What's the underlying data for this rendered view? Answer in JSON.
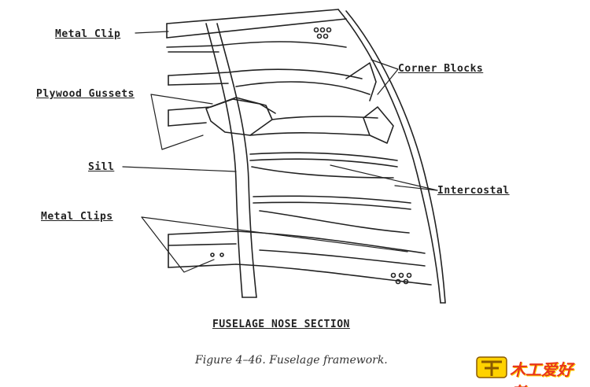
{
  "labels": {
    "metal_clip": "Metal Clip",
    "corner_blocks": "Corner Blocks",
    "plywood_gussets": "Plywood Gussets",
    "sill": "Sill",
    "intercostal": "Intercostal",
    "metal_clips": "Metal  Clips"
  },
  "section_title": "FUSELAGE NOSE SECTION",
  "caption": "Figure 4–46. Fuselage framework.",
  "watermark": {
    "text": "木工爱好者"
  },
  "colors": {
    "ink": "#222222",
    "watermark_red": "#e8361c",
    "watermark_yellow": "#ffd200"
  }
}
